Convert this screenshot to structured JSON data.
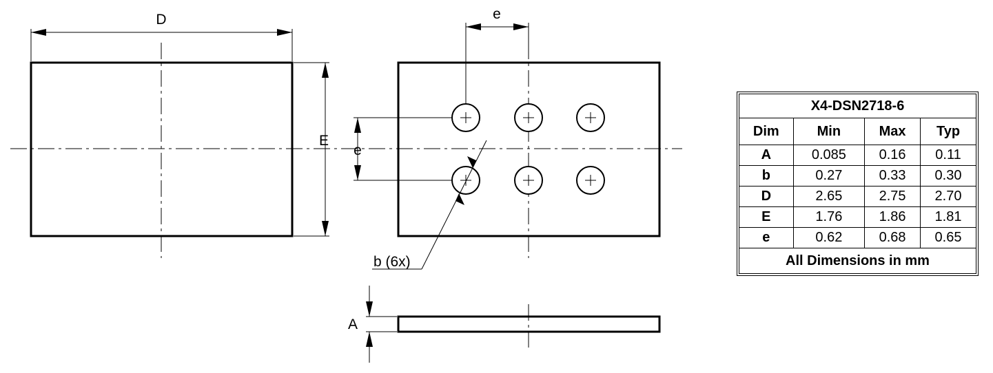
{
  "labels": {
    "D": "D",
    "E": "E",
    "e_top": "e",
    "e_left": "e",
    "b": "b (6x)",
    "A": "A"
  },
  "table": {
    "title": "X4-DSN2718-6",
    "headers": [
      "Dim",
      "Min",
      "Max",
      "Typ"
    ],
    "rows": [
      [
        "A",
        "0.085",
        "0.16",
        "0.11"
      ],
      [
        "b",
        "0.27",
        "0.33",
        "0.30"
      ],
      [
        "D",
        "2.65",
        "2.75",
        "2.70"
      ],
      [
        "E",
        "1.76",
        "1.86",
        "1.81"
      ],
      [
        "e",
        "0.62",
        "0.68",
        "0.65"
      ]
    ],
    "footer": "All Dimensions in mm"
  }
}
